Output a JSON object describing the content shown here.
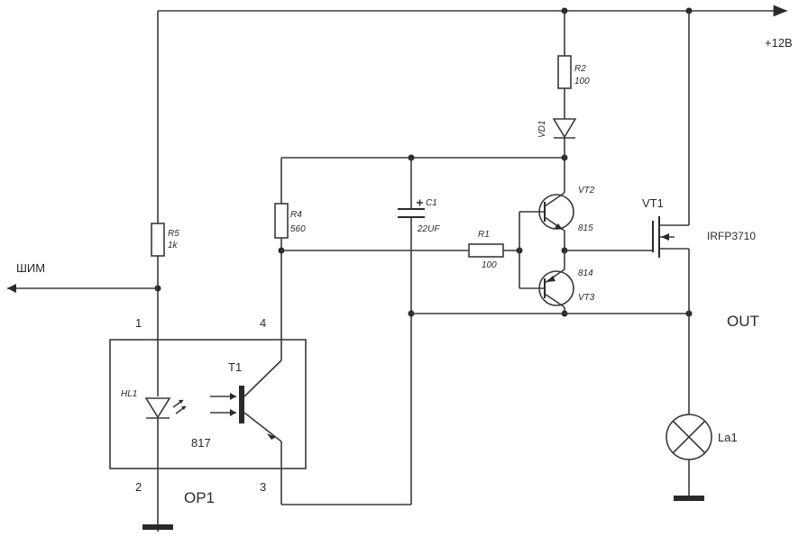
{
  "supply": {
    "label": "+12B"
  },
  "pwm": {
    "label": "ШИМ"
  },
  "r5": {
    "name": "R5",
    "value": "1k"
  },
  "r4": {
    "name": "R4",
    "value": "560"
  },
  "r2": {
    "name": "R2",
    "value": "100"
  },
  "r1": {
    "name": "R1",
    "value": "100"
  },
  "c1": {
    "name": "C1",
    "value": "22UF"
  },
  "vd1": {
    "name": "VD1"
  },
  "vt2": {
    "name": "VT2",
    "value": "815"
  },
  "vt3": {
    "name": "VT3",
    "value": "814"
  },
  "vt1": {
    "name": "VT1",
    "value": "IRFP3710"
  },
  "out": {
    "label": "OUT"
  },
  "la1": {
    "name": "La1"
  },
  "op1": {
    "name": "OP1",
    "part": "817",
    "led": "HL1",
    "transistor": "T1",
    "pins": [
      "1",
      "2",
      "3",
      "4"
    ]
  }
}
